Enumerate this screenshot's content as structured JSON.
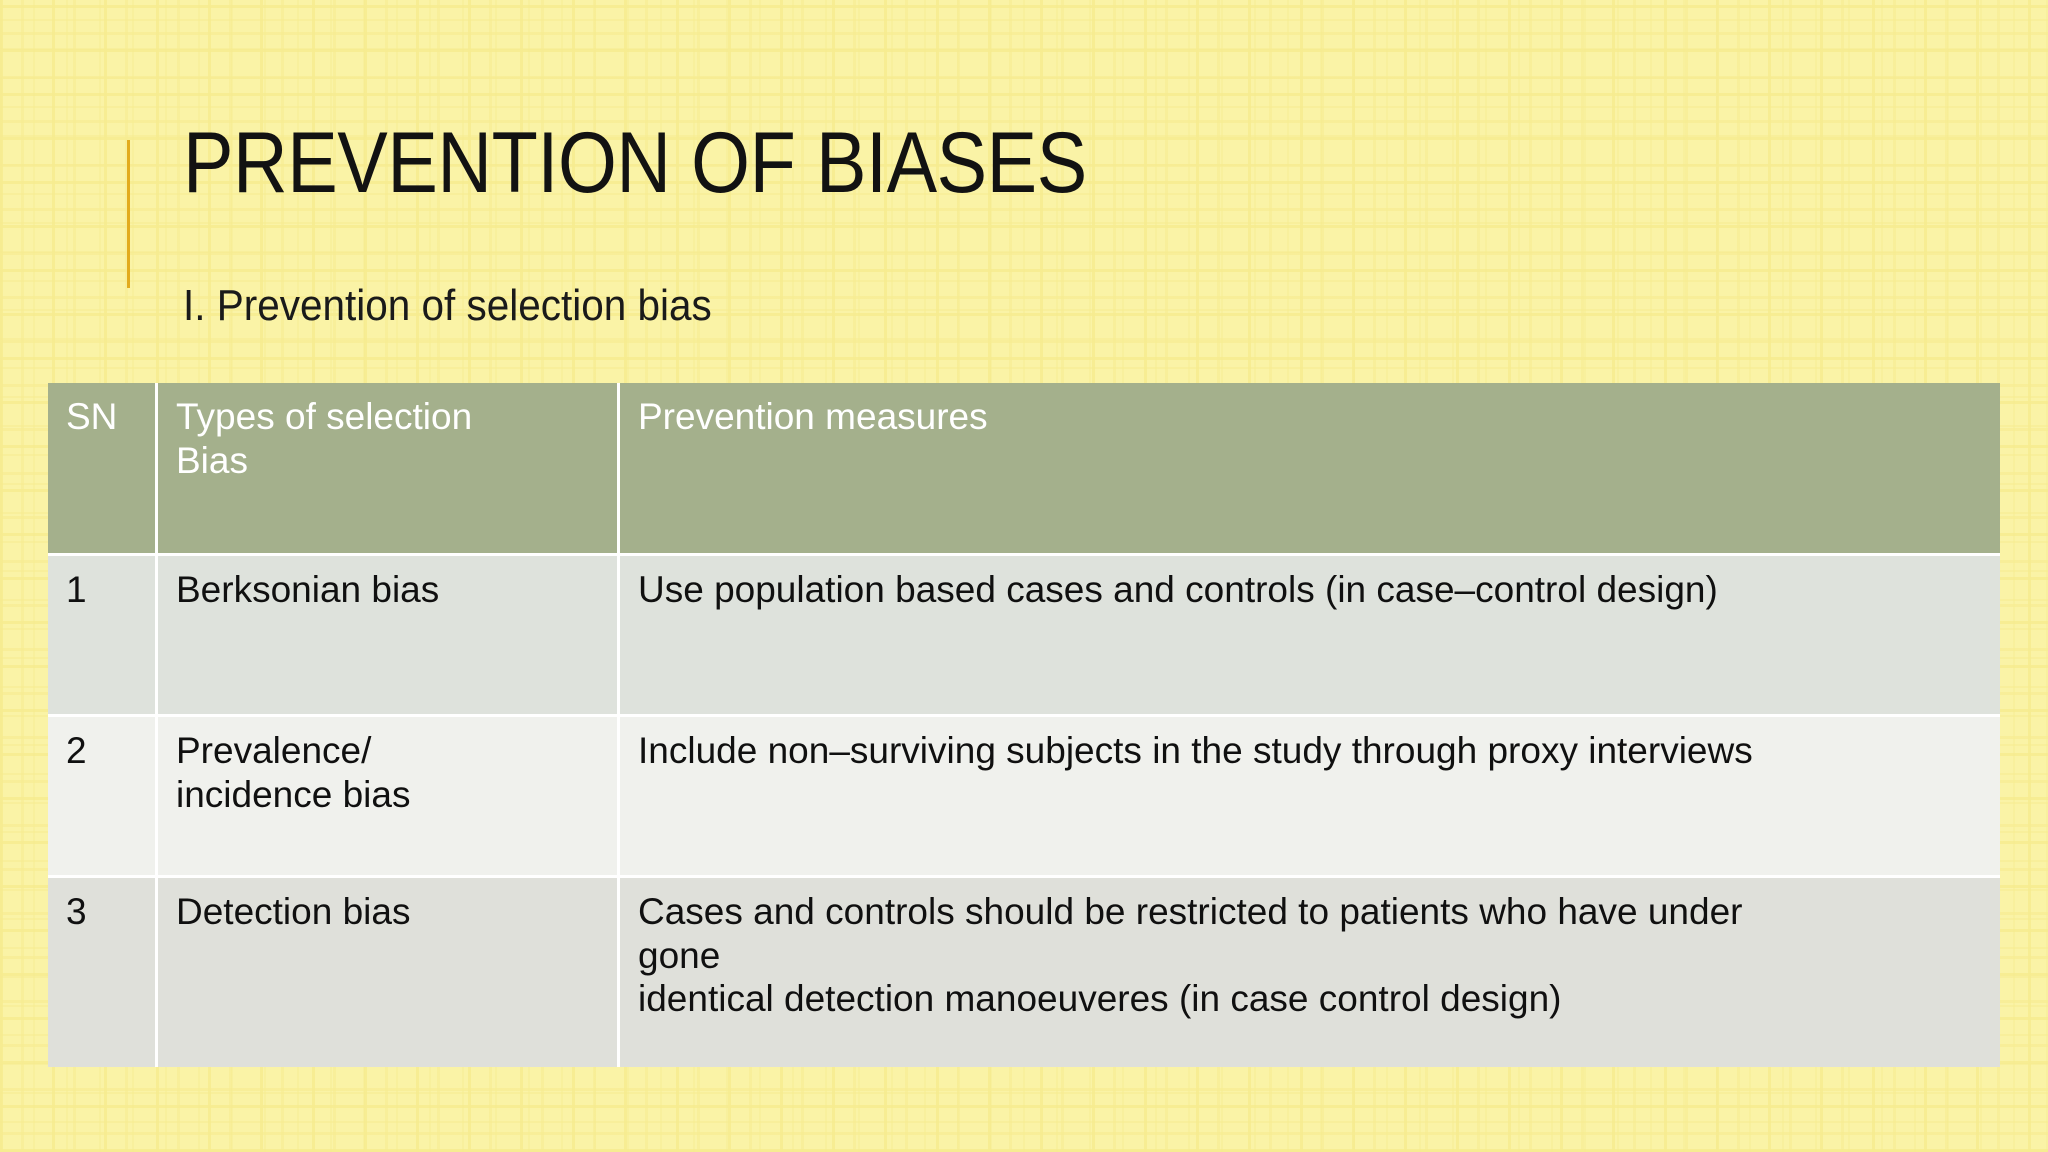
{
  "slide": {
    "title": "PREVENTION OF BIASES",
    "subtitle": "I. Prevention of selection bias",
    "background_color": "#faf3a6",
    "accent_color": "#e2ab1e",
    "header_color": "#a4b08c",
    "row_colors": [
      "#dee2dc",
      "#f0f1ed",
      "#dfe0da"
    ]
  },
  "table": {
    "headers": {
      "sn": "SN",
      "type": "Types of selection\nBias",
      "prevention": "Prevention measures"
    },
    "rows": [
      {
        "sn": "1",
        "type": "Berksonian bias",
        "prevention": "Use population based cases and controls (in case–control design)"
      },
      {
        "sn": "2",
        "type": "Prevalence/\nincidence bias",
        "prevention": "Include non–surviving subjects in the study through proxy interviews"
      },
      {
        "sn": "3",
        "type": "Detection bias",
        "prevention": "Cases and controls should be restricted to patients who have under\ngone\nidentical detection manoeuveres (in case control design)"
      }
    ]
  }
}
